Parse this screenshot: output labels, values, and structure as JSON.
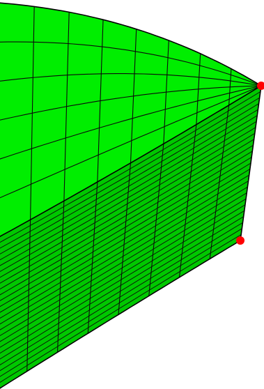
{
  "viewport": {
    "background": "#ffffff",
    "colors": {
      "top_face": "#00ee00",
      "side_face": "#00c800",
      "mesh_line": "#0a0a0a",
      "outer_edge": "#000000",
      "marker": "#ff0000"
    }
  },
  "mesh": {
    "top_rings": 6,
    "top_spokes": 8,
    "side_columns": 8,
    "side_layers": 26
  },
  "markers": {
    "count": 2,
    "color": "#ff0000",
    "icon": "node-marker-icon"
  }
}
